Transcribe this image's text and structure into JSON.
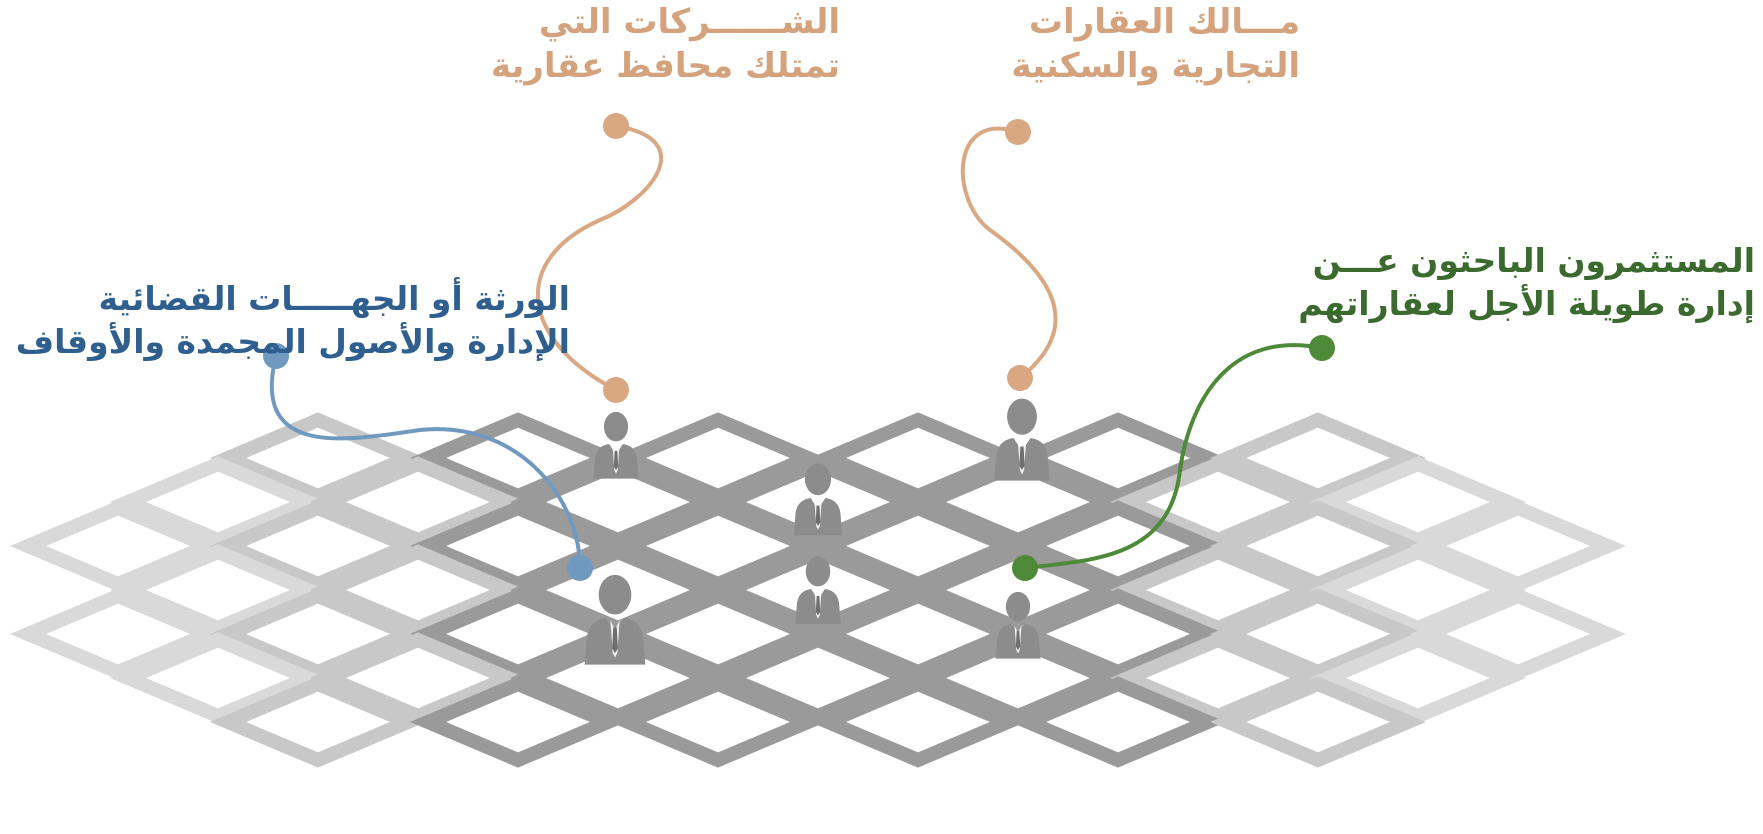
{
  "colors": {
    "tan": "#d9a882",
    "tan_text": "#d4a27c",
    "blue": "#7099c0",
    "blue_text": "#2f5f8f",
    "green": "#4e8a3a",
    "green_text": "#3b6a2f",
    "grid_dark": "#9a9a9a",
    "grid_light": "#d9d9d9",
    "person": "#8c8c8c"
  },
  "labels": {
    "companies": {
      "line1": "الشــــــركات التي",
      "line2": "تمتلك محافظ عقارية"
    },
    "owners": {
      "line1": "مـــالك العقارات",
      "line2": "التجارية والسكنية"
    },
    "heirs": {
      "line1": "الورثة أو الجهـــــات القضائية",
      "line2": "الإدارة والأصول المجمدة والأوقاف"
    },
    "investors": {
      "line1": "المستثمرون الباحثون عـــن",
      "line2": "إدارة طويلة الأجل لعقاراتهم"
    }
  },
  "icons": {
    "person": "businessperson-icon",
    "connector_dot": "connector-dot-icon"
  }
}
